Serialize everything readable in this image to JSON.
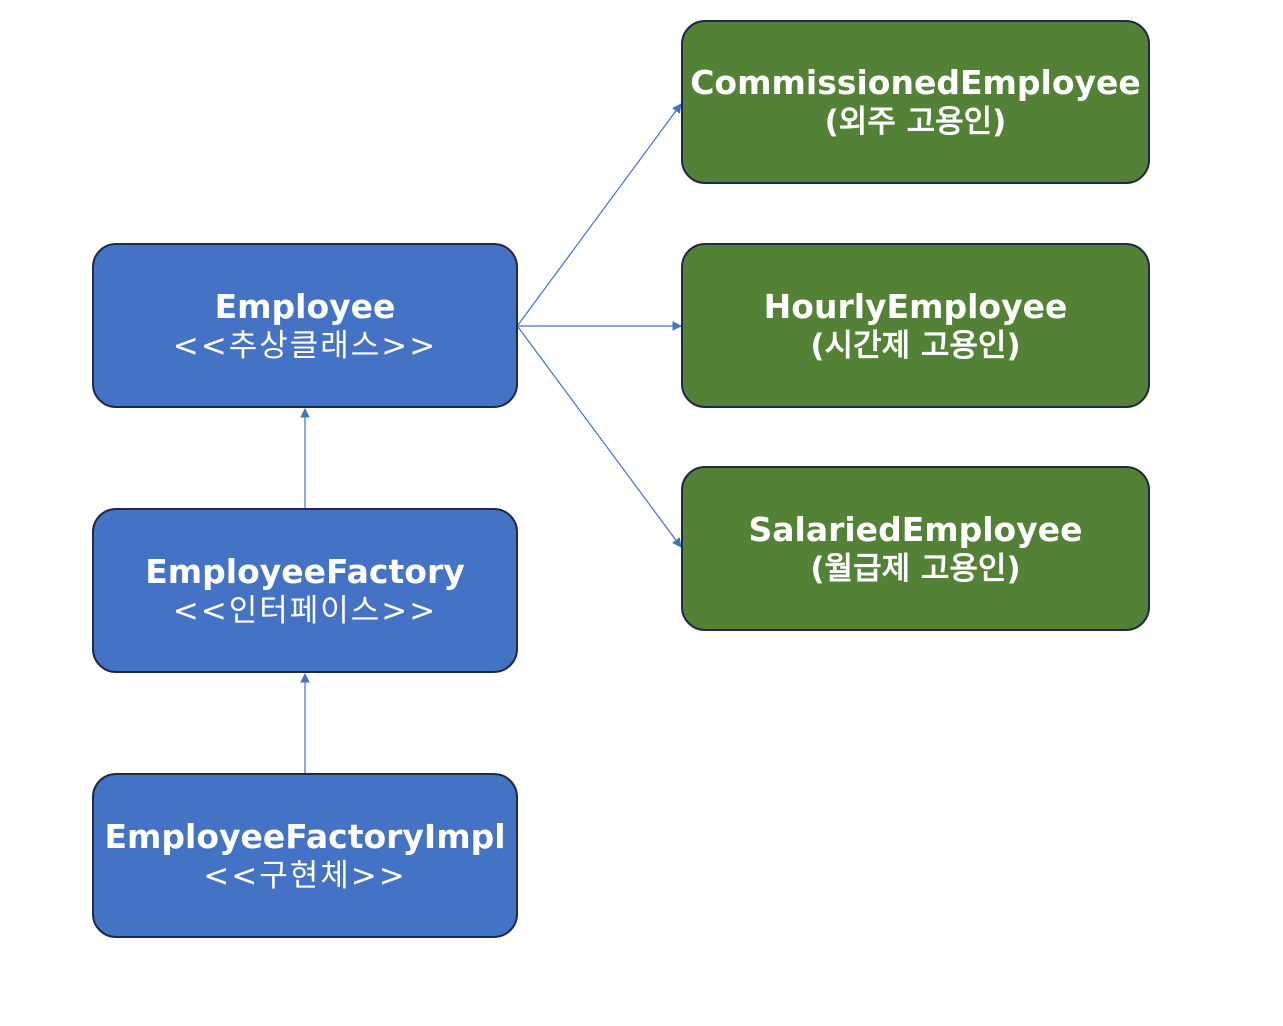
{
  "nodes": {
    "employee": {
      "title": "Employee",
      "subtitle": "<<추상클래스>>"
    },
    "employee_factory": {
      "title": "EmployeeFactory",
      "subtitle": "<<인터페이스>>"
    },
    "employee_factory_impl": {
      "title": "EmployeeFactoryImpl",
      "subtitle": "<<구현체>>"
    },
    "commissioned_employee": {
      "title": "CommissionedEmployee",
      "subtitle": "(외주 고용인)"
    },
    "hourly_employee": {
      "title": "HourlyEmployee",
      "subtitle": "(시간제 고용인)"
    },
    "salaried_employee": {
      "title": "SalariedEmployee",
      "subtitle": "(월급제 고용인)"
    }
  },
  "colors": {
    "abstract_node_fill": "#4472c4",
    "concrete_node_fill": "#538135",
    "node_border": "#1f2a44",
    "edge": "#4472c4"
  }
}
